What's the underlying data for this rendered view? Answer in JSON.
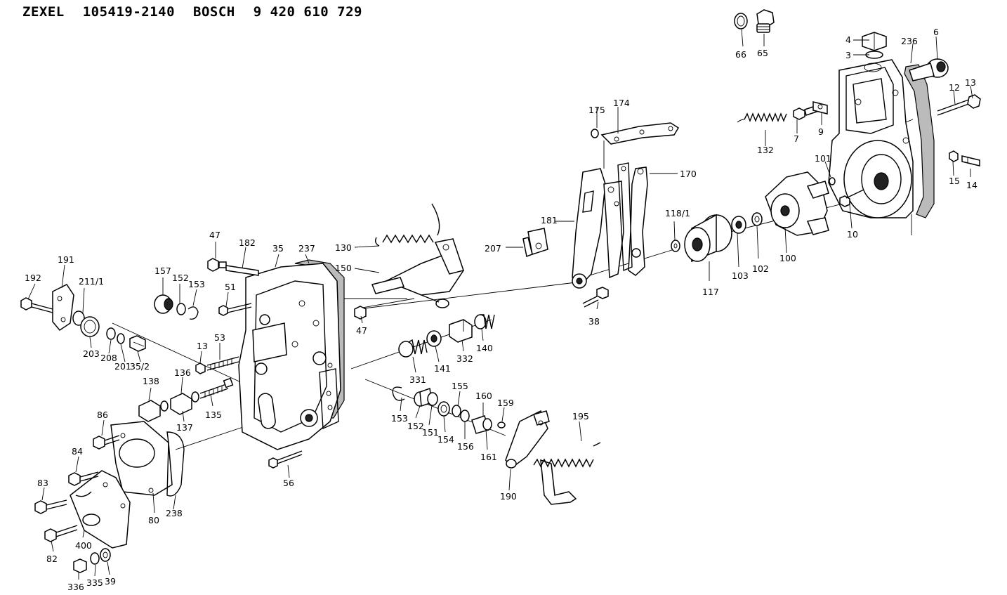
{
  "header": {
    "maker": "ZEXEL",
    "part_no": "105419-2140",
    "brand": "BOSCH",
    "ref_no": "9 420 610 729"
  },
  "callouts": [
    {
      "id": "c66",
      "text": "66"
    },
    {
      "id": "c65",
      "text": "65"
    },
    {
      "id": "c4",
      "text": "4"
    },
    {
      "id": "c236",
      "text": "236"
    },
    {
      "id": "c6",
      "text": "6"
    },
    {
      "id": "c3",
      "text": "3"
    },
    {
      "id": "c12",
      "text": "12"
    },
    {
      "id": "c13a",
      "text": "13"
    },
    {
      "id": "c175",
      "text": "175"
    },
    {
      "id": "c174",
      "text": "174"
    },
    {
      "id": "c132",
      "text": "132"
    },
    {
      "id": "c7",
      "text": "7"
    },
    {
      "id": "c9",
      "text": "9"
    },
    {
      "id": "c101",
      "text": "101"
    },
    {
      "id": "c15",
      "text": "15"
    },
    {
      "id": "c14",
      "text": "14"
    },
    {
      "id": "c170",
      "text": "170"
    },
    {
      "id": "c10",
      "text": "10"
    },
    {
      "id": "c1181",
      "text": "118/1"
    },
    {
      "id": "c181",
      "text": "181"
    },
    {
      "id": "c207",
      "text": "207"
    },
    {
      "id": "c103",
      "text": "103"
    },
    {
      "id": "c102",
      "text": "102"
    },
    {
      "id": "c100",
      "text": "100"
    },
    {
      "id": "c117",
      "text": "117"
    },
    {
      "id": "c130",
      "text": "130"
    },
    {
      "id": "c150",
      "text": "150"
    },
    {
      "id": "c47a",
      "text": "47"
    },
    {
      "id": "c182",
      "text": "182"
    },
    {
      "id": "c35",
      "text": "35"
    },
    {
      "id": "c237",
      "text": "237"
    },
    {
      "id": "c38",
      "text": "38"
    },
    {
      "id": "c192",
      "text": "192"
    },
    {
      "id": "c191",
      "text": "191"
    },
    {
      "id": "c2111",
      "text": "211/1"
    },
    {
      "id": "c157",
      "text": "157"
    },
    {
      "id": "c152a",
      "text": "152"
    },
    {
      "id": "c153a",
      "text": "153"
    },
    {
      "id": "c51",
      "text": "51"
    },
    {
      "id": "c47b",
      "text": "47"
    },
    {
      "id": "c140",
      "text": "140"
    },
    {
      "id": "c332",
      "text": "332"
    },
    {
      "id": "c141",
      "text": "141"
    },
    {
      "id": "c331",
      "text": "331"
    },
    {
      "id": "c203",
      "text": "203"
    },
    {
      "id": "c208",
      "text": "208"
    },
    {
      "id": "c201",
      "text": "201"
    },
    {
      "id": "c352",
      "text": "35/2"
    },
    {
      "id": "c13b",
      "text": "13"
    },
    {
      "id": "c53",
      "text": "53"
    },
    {
      "id": "c138",
      "text": "138"
    },
    {
      "id": "c136",
      "text": "136"
    },
    {
      "id": "c135",
      "text": "135"
    },
    {
      "id": "c137",
      "text": "137"
    },
    {
      "id": "c155",
      "text": "155"
    },
    {
      "id": "c160",
      "text": "160"
    },
    {
      "id": "c159",
      "text": "159"
    },
    {
      "id": "c153b",
      "text": "153"
    },
    {
      "id": "c152b",
      "text": "152"
    },
    {
      "id": "c151",
      "text": "151"
    },
    {
      "id": "c154",
      "text": "154"
    },
    {
      "id": "c156",
      "text": "156"
    },
    {
      "id": "c161",
      "text": "161"
    },
    {
      "id": "c195",
      "text": "195"
    },
    {
      "id": "c86",
      "text": "86"
    },
    {
      "id": "c84",
      "text": "84"
    },
    {
      "id": "c83",
      "text": "83"
    },
    {
      "id": "c82",
      "text": "82"
    },
    {
      "id": "c400",
      "text": "400"
    },
    {
      "id": "c80",
      "text": "80"
    },
    {
      "id": "c238",
      "text": "238"
    },
    {
      "id": "c56",
      "text": "56"
    },
    {
      "id": "c190",
      "text": "190"
    },
    {
      "id": "c336",
      "text": "336"
    },
    {
      "id": "c335",
      "text": "335"
    },
    {
      "id": "c39",
      "text": "39"
    }
  ]
}
